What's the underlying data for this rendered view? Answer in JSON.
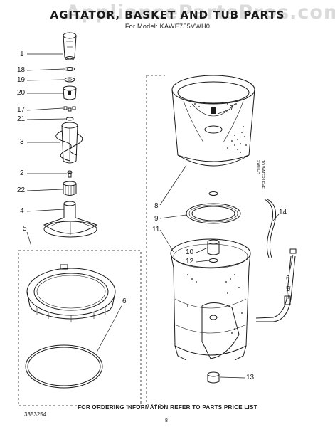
{
  "header": {
    "watermark": "AppliancePartsPros.com",
    "title": "AGITATOR, BASKET AND TUB PARTS",
    "subtitle": "For Model: KAWE755VWH0"
  },
  "callouts": {
    "c1": "1",
    "c18": "18",
    "c19": "19",
    "c20": "20",
    "c17": "17",
    "c21": "21",
    "c3": "3",
    "c2": "2",
    "c22": "22",
    "c4": "4",
    "c5_left": "5",
    "c6_left": "6",
    "c7": "7",
    "c8": "8",
    "c9": "9",
    "c11": "11",
    "c10": "10",
    "c12": "12",
    "c14": "14",
    "c6_right": "6",
    "c5_right": "5",
    "c13": "13"
  },
  "side_note": [
    "TO WATER LEVEL",
    "SWITCH"
  ],
  "footer": {
    "note": "FOR ORDERING INFORMATION REFER TO PARTS PRICE LIST",
    "doc_number": "3353254",
    "page_number": "8"
  },
  "colors": {
    "ink": "#1a1a1a",
    "paper": "#ffffff",
    "watermark": "#969696"
  }
}
